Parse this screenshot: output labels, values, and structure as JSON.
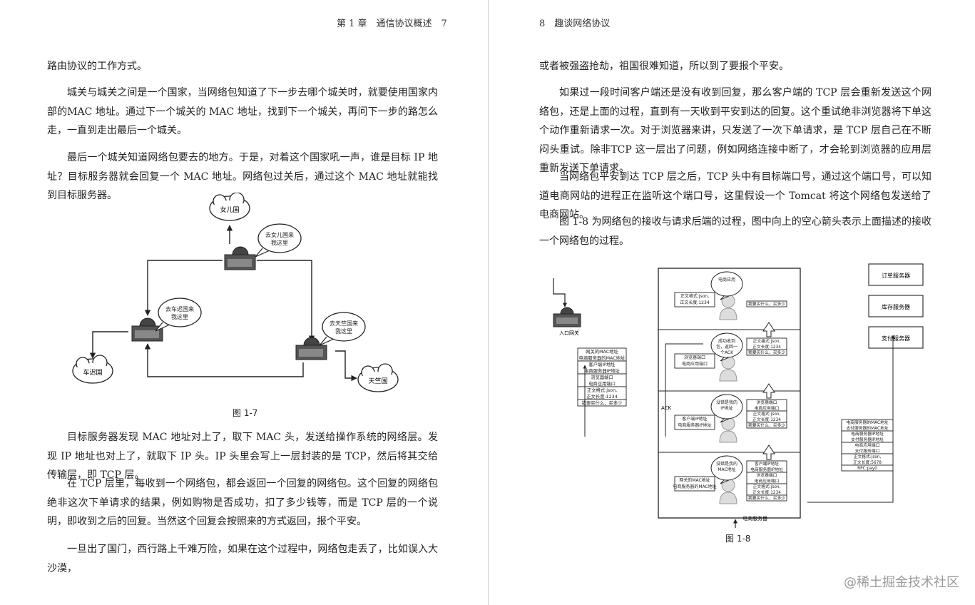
{
  "left_page": {
    "header": "第 1 章　通信协议概述　7",
    "paragraphs": [
      "路由协议的工作方式。",
      "城关与城关之间是一个国家，当网络包知道了下一步去哪个城关时，就要使用国家内部的MAC 地址。通过下一个城关的 MAC 地址，找到下一个城关，再问下一步的路怎么走，一直到走出最后一个城关。",
      "最后一个城关知道网络包要去的地方。于是，对着这个国家吼一声，谁是目标 IP 地址？目标服务器就会回复一个 MAC 地址。网络包过关后，通过这个 MAC 地址就能找到目标服务器。",
      "目标服务器发现 MAC 地址对上了，取下 MAC 头，发送给操作系统的网络层。发现 IP 地址也对上了，就取下 IP 头。IP 头里会写上一层封装的是 TCP，然后将其交给传输层，即 TCP 层。",
      "在 TCP 层里，每收到一个网络包，都会返回一个回复的网络包。这个回复的网络包绝非这次下单请求的结果，例如购物是否成功，扣了多少钱等，而是 TCP 层的一个说明，即收到之后的回复。当然这个回复会按照来的方式返回，报个平安。",
      "一旦出了国门，西行路上千难万险，如果在这个过程中，网络包走丢了，比如误入大沙漠，"
    ],
    "figure": {
      "caption": "图 1-7",
      "clouds": [
        "女儿国",
        "车迟国",
        "天竺国"
      ],
      "bubbles": [
        "去女儿国来\n我这里",
        "去车迟国来\n我这里",
        "去天竺国来\n我这里"
      ]
    }
  },
  "right_page": {
    "header": "8　趣谈网络协议",
    "paragraphs": [
      "或者被强盗抢劫，祖国很难知道，所以到了要报个平安。",
      "如果过一段时间客户端还是没有收到回复，那么客户端的 TCP 层会重新发送这个网络包，还是上面的过程，直到有一天收到平安到达的回复。这个重试绝非浏览器将下单这个动作重新请求一次。对于浏览器来讲，只发送了一次下单请求，是 TCP 层自己在不断闷头重试。除非TCP 这一层出了问题，例如网络连接中断了，才会轮到浏览器的应用层重新发送下单请求。",
      "当网络包平安到达 TCP 层之后，TCP 头中有目标端口号，通过这个端口号，可以知道电商网站的进程正在监听这个端口号，这里假设一个 Tomcat 将这个网络包发送给了电商网站。",
      "图 1-8 为网络包的接收与请求后端的过程，图中向上的空心箭头表示上面描述的接收一个网络包的过程。"
    ],
    "figure": {
      "caption": "图 1-8",
      "gateway_label": "入口网关",
      "ack_label": "ACK",
      "server_label": "电商服务器",
      "packet_stack": [
        "网关的MAC地址\n电商服务器的MAC地址",
        "客户端IP地址\n电商服务器IP地址",
        "浏览器端口\n电商应用端口",
        "正文格式:json,\n正文长度:1234",
        "我要买什么，买多少"
      ],
      "layers": [
        {
          "bubble": "电商应用",
          "left_box": "正文格式:json,\n正文长度:1234",
          "stack": [
            "我要买什么，买多少"
          ]
        },
        {
          "bubble": "成功收到\n包，返回一\n个ACK",
          "left_box": "浏览器端口\n电商应用端口",
          "stack": [
            "正文格式:json,\n正文长度:1234",
            "我要买什么，买多少"
          ]
        },
        {
          "bubble": "没错是我的\nIP地址",
          "left_box": "客户端IP地址\n电商服务器IP地址",
          "stack": [
            "浏览器端口\n电商应用端口",
            "正文格式:json,\n正文长度:1234",
            "我要买什么，买多少"
          ]
        },
        {
          "bubble": "没错是我的\nMAC地址",
          "left_box": "网关的MAC地址\n电商服务器的MAC地址",
          "stack": [
            "客户端IP地址\n电商服务器IP地址",
            "浏览器端口\n电商应用端口",
            "正文格式:json,\n正文长度:1234",
            "我要买什么，买多少"
          ]
        }
      ],
      "services": [
        "订单服务器",
        "库存服务器",
        "支付服务器"
      ],
      "rpc_stack": [
        "电商服务器的MAC地址\n支付服务器的MAC地址",
        "电商服务器IP地址\n支付服务器IP地址",
        "电商应用端口\n支付服务端口",
        "正文格式:json,\n正文长度:5678",
        "RPC:pay0"
      ]
    }
  },
  "watermark": "@稀土掘金技术社区"
}
